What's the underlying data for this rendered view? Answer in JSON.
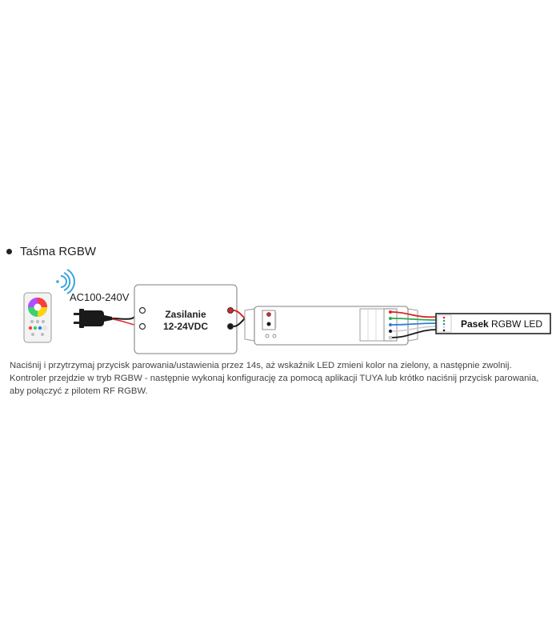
{
  "section": {
    "title": "Taśma RGBW"
  },
  "diagram": {
    "ac_label": "AC100-240V",
    "psu_line1": "Zasilanie",
    "psu_line2": "12-24VDC",
    "strip_label_bold": "Pasek",
    "strip_label": "RGBW LED"
  },
  "caption": "Naciśnij i przytrzymaj przycisk parowania/ustawienia przez 14s, aż wskaźnik LED zmieni kolor na zielony, a następnie zwolnij. Kontroler przejdzie w tryb RGBW - następnie wykonaj konfigurację za pomocą aplikacji TUYA lub krótko naciśnij przycisk parowania, aby połączyć z pilotem RF RGBW.",
  "colors": {
    "wire_red": "#d9262b",
    "wire_black": "#1a1a1a",
    "wire_green": "#2fa84f",
    "wire_blue": "#2f7de0",
    "wire_white": "#cfcfcf",
    "wifi_blue": "#3aa5dc"
  },
  "icons": [
    "bullet-icon",
    "wireless-signal-icon",
    "rgb-remote-icon",
    "power-plug-icon"
  ]
}
